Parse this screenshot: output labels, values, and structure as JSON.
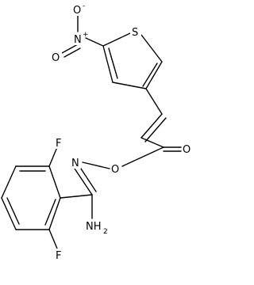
{
  "molecule": {
    "atoms": {
      "nitro_o_minus": "O",
      "nitro_o_minus_charge": "-",
      "nitro_n": "N",
      "nitro_n_charge": "+",
      "nitro_o_double": "O",
      "thiophene_s": "S",
      "ester_o_carbonyl": "O",
      "ester_o_link": "O",
      "imine_n": "N",
      "amine": "NH",
      "amine_subscript": "2",
      "fluoro_top": "F",
      "fluoro_bottom": "F"
    },
    "colors": {
      "ink": "#000000",
      "background": "#ffffff"
    }
  }
}
